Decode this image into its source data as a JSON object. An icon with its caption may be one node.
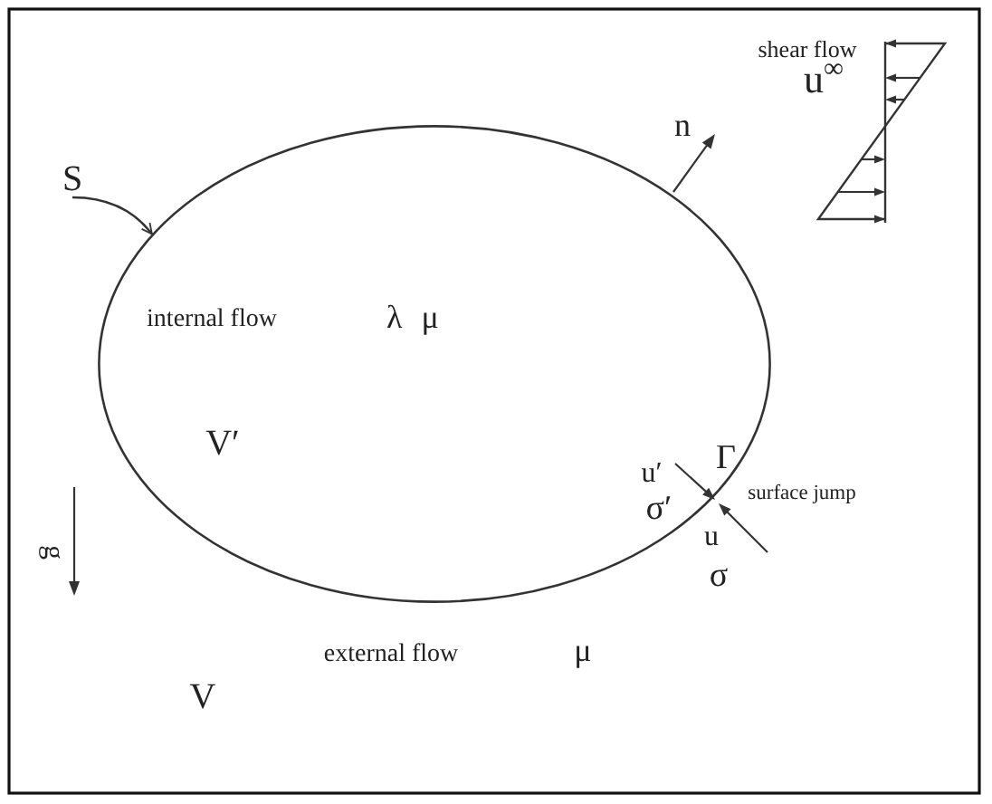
{
  "diagram": {
    "nodes": [
      {
        "text": [
          "S"
        ]
      },
      {
        "text": [
          "internal flow",
          "λ μ",
          "V′"
        ]
      }
    ],
    "edges": [
      {
        "from": 0,
        "to": 1,
        "arrow": "to"
      }
    ],
    "labels": [
      "shear flow",
      "u$^{∞}$",
      "n",
      "Γ",
      "u′",
      "σ′",
      "surface jump",
      "u",
      "σ",
      "g",
      "external flow",
      "μ",
      "V"
    ]
  }
}
